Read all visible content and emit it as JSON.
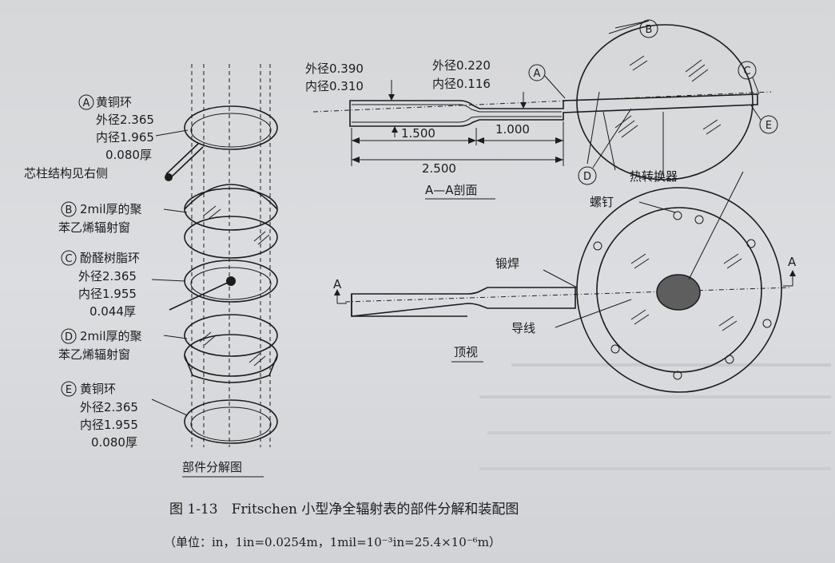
{
  "exploded": {
    "ring_a": {
      "letter": "A",
      "name": "黄铜环",
      "od": "外径2.365",
      "id": "内径1.965",
      "th": "0.080厚"
    },
    "core_note": "芯柱结构见右侧",
    "window_b": {
      "letter": "B",
      "line1": "2mil厚的聚",
      "line2": "苯乙烯辐射窗"
    },
    "ring_c": {
      "letter": "C",
      "name": "酚醛树脂环",
      "od": "外径2.365",
      "id": "内径1.955",
      "th": "0.044厚"
    },
    "window_d": {
      "letter": "D",
      "line1": "2mil厚的聚",
      "line2": "苯乙烯辐射窗"
    },
    "ring_e": {
      "letter": "E",
      "name": "黄铜环",
      "od": "外径2.365",
      "id": "内径1.955",
      "th": "0.080厚"
    },
    "title": "部件分解图"
  },
  "section": {
    "od1": "外径0.390",
    "id1": "内径0.310",
    "od2": "外径0.220",
    "id2": "内径0.116",
    "len1": "1.500",
    "len2": "1.000",
    "len_total": "2.500",
    "title": "A—A剖面",
    "heat_exchanger": "热转换器",
    "letters": [
      "A",
      "B",
      "C",
      "D",
      "E"
    ]
  },
  "top": {
    "screw": "螺钉",
    "weld": "锻焊",
    "wire": "导线",
    "title": "顶视",
    "cut_a_left": "A",
    "cut_a_right": "A"
  },
  "caption": {
    "main": "图 1-13　Fritschen 小型净全辐射表的部件分解和装配图",
    "units": "（单位：in，1in=0.0254m，1mil=10⁻³in=25.4×10⁻⁶m）"
  }
}
